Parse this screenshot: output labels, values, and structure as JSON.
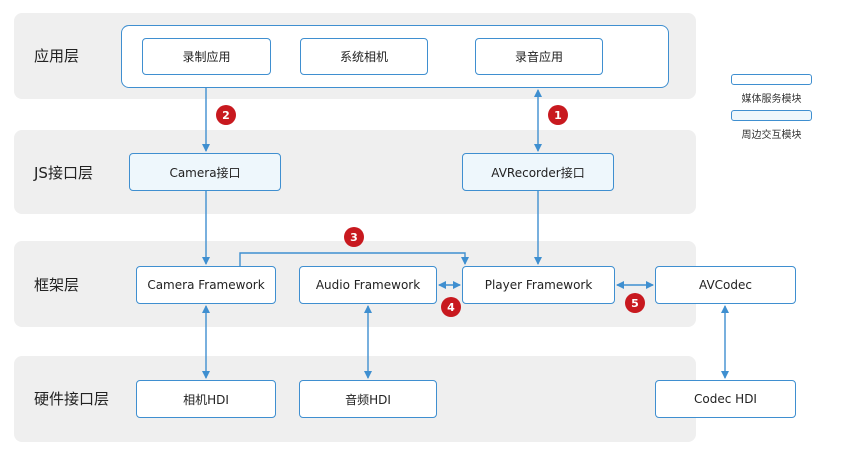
{
  "layers": {
    "app": "应用层",
    "js": "JS接口层",
    "framework": "框架层",
    "hardware": "硬件接口层"
  },
  "boxes": {
    "record_app": "录制应用",
    "system_camera": "系统相机",
    "audio_record_app": "录音应用",
    "camera_api": "Camera接口",
    "avrecorder_api": "AVRecorder接口",
    "camera_framework": "Camera Framework",
    "audio_framework": "Audio Framework",
    "player_framework": "Player Framework",
    "avcodec": "AVCodec",
    "camera_hdi": "相机HDI",
    "audio_hdi": "音频HDI",
    "codec_hdi": "Codec HDI"
  },
  "badges": {
    "b1": "1",
    "b2": "2",
    "b3": "3",
    "b4": "4",
    "b5": "5"
  },
  "legend": {
    "media_service": "媒体服务模块",
    "peripheral": "周边交互模块"
  },
  "colors": {
    "layer_bg": "#efefef",
    "border": "#3f8fd0",
    "arrow": "#3f8fd0",
    "media_fill": "#ffffff",
    "peripheral_fill": "#eef7fc",
    "badge": "#c8191f"
  }
}
